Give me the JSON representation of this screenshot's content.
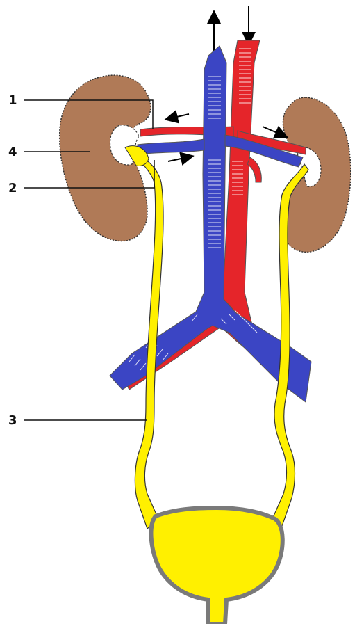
{
  "labels": {
    "one": "1",
    "two": "2",
    "three": "3",
    "four": "4"
  },
  "colors": {
    "kidney": "#B07A57",
    "vein": "#3B45C4",
    "artery": "#E5252A",
    "ureter_bladder": "#FFF000",
    "outline": "#555555",
    "bladder_wall": "#7A7A7A"
  }
}
